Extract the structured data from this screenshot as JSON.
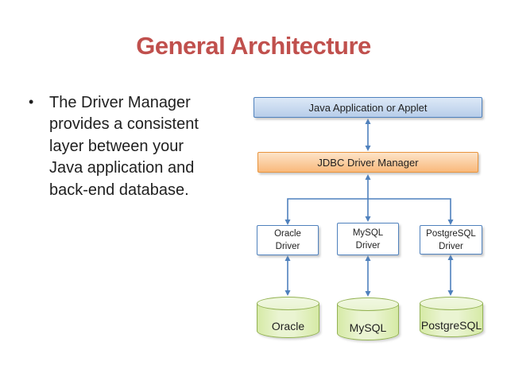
{
  "colors": {
    "title-red": "#C0504D",
    "text-dark": "#1F1F1F",
    "arrow-blue": "#4F81BD",
    "box-blue-border": "#4F81BD",
    "box-blue-top": "#DDE9F7",
    "box-blue-bottom": "#B7CDE9",
    "box-orange-border": "#E8943D",
    "box-orange-top": "#FDE4C9",
    "box-orange-bottom": "#F9B97B",
    "cyl-border": "#93B253",
    "cyl-light": "#F1F8E2",
    "cyl-mid": "#EAF4D2",
    "cyl-dark": "#D6EAA6"
  },
  "title": "General Architecture",
  "bullet": {
    "marker": "•",
    "text": "The Driver Manager\nprovides a consistent\nlayer between your\nJava application and\nback-end database."
  },
  "diagram": {
    "app_box": "Java Application or Applet",
    "manager_box": "JDBC Driver Manager",
    "drivers": [
      {
        "line1": "Oracle",
        "line2": "Driver"
      },
      {
        "line1": "MySQL",
        "line2": "Driver"
      },
      {
        "line1": "PostgreSQL",
        "line2": "Driver"
      }
    ],
    "databases": [
      {
        "label": "Oracle"
      },
      {
        "label": "MySQL"
      },
      {
        "label": "PostgreSQL"
      }
    ]
  }
}
